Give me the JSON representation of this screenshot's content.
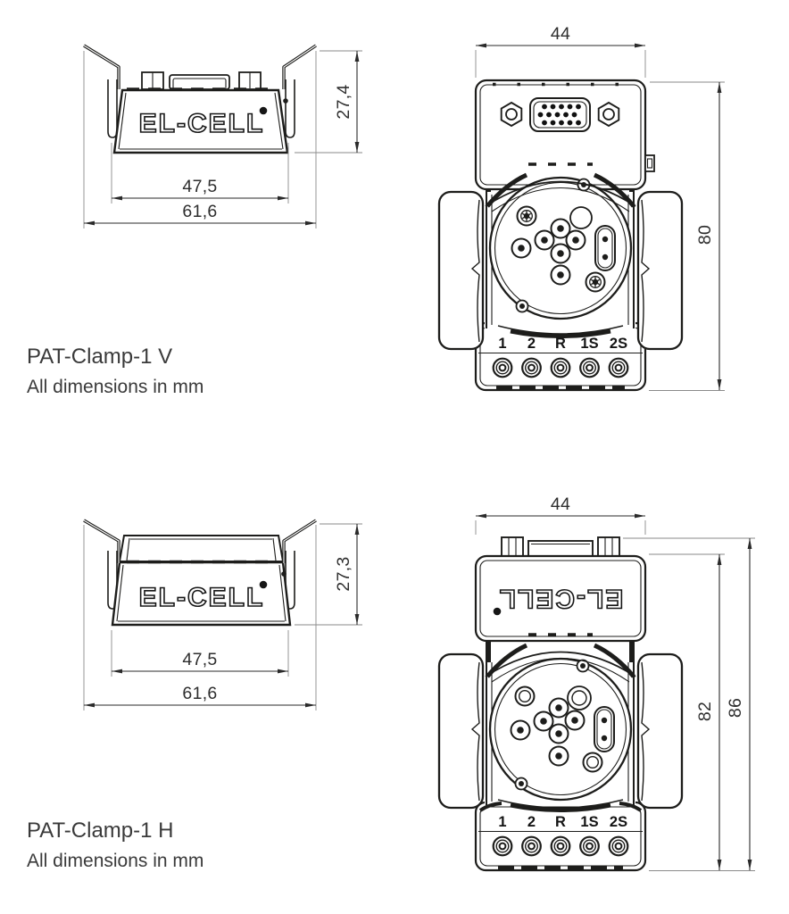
{
  "port_labels": [
    "1",
    "2",
    "R",
    "1S",
    "2S"
  ],
  "views": {
    "v": {
      "title": "PAT-Clamp-1 V",
      "note": "All dimensions in mm",
      "logo": "EL-CELL",
      "side": {
        "height": "27,4",
        "width_inner": "47,5",
        "width_outer": "61,6"
      },
      "front": {
        "width": "44",
        "height": "80"
      }
    },
    "h": {
      "title": "PAT-Clamp-1 H",
      "note": "All dimensions in mm",
      "logo": "EL-CELL",
      "side": {
        "height": "27,3",
        "width_inner": "47,5",
        "width_outer": "61,6"
      },
      "front": {
        "width": "44",
        "height_inner": "82",
        "height_outer": "86"
      }
    }
  },
  "colors": {
    "line": "#1d1d1b",
    "dim_text": "#2e2e2e",
    "title_text": "#3a3a3a"
  }
}
